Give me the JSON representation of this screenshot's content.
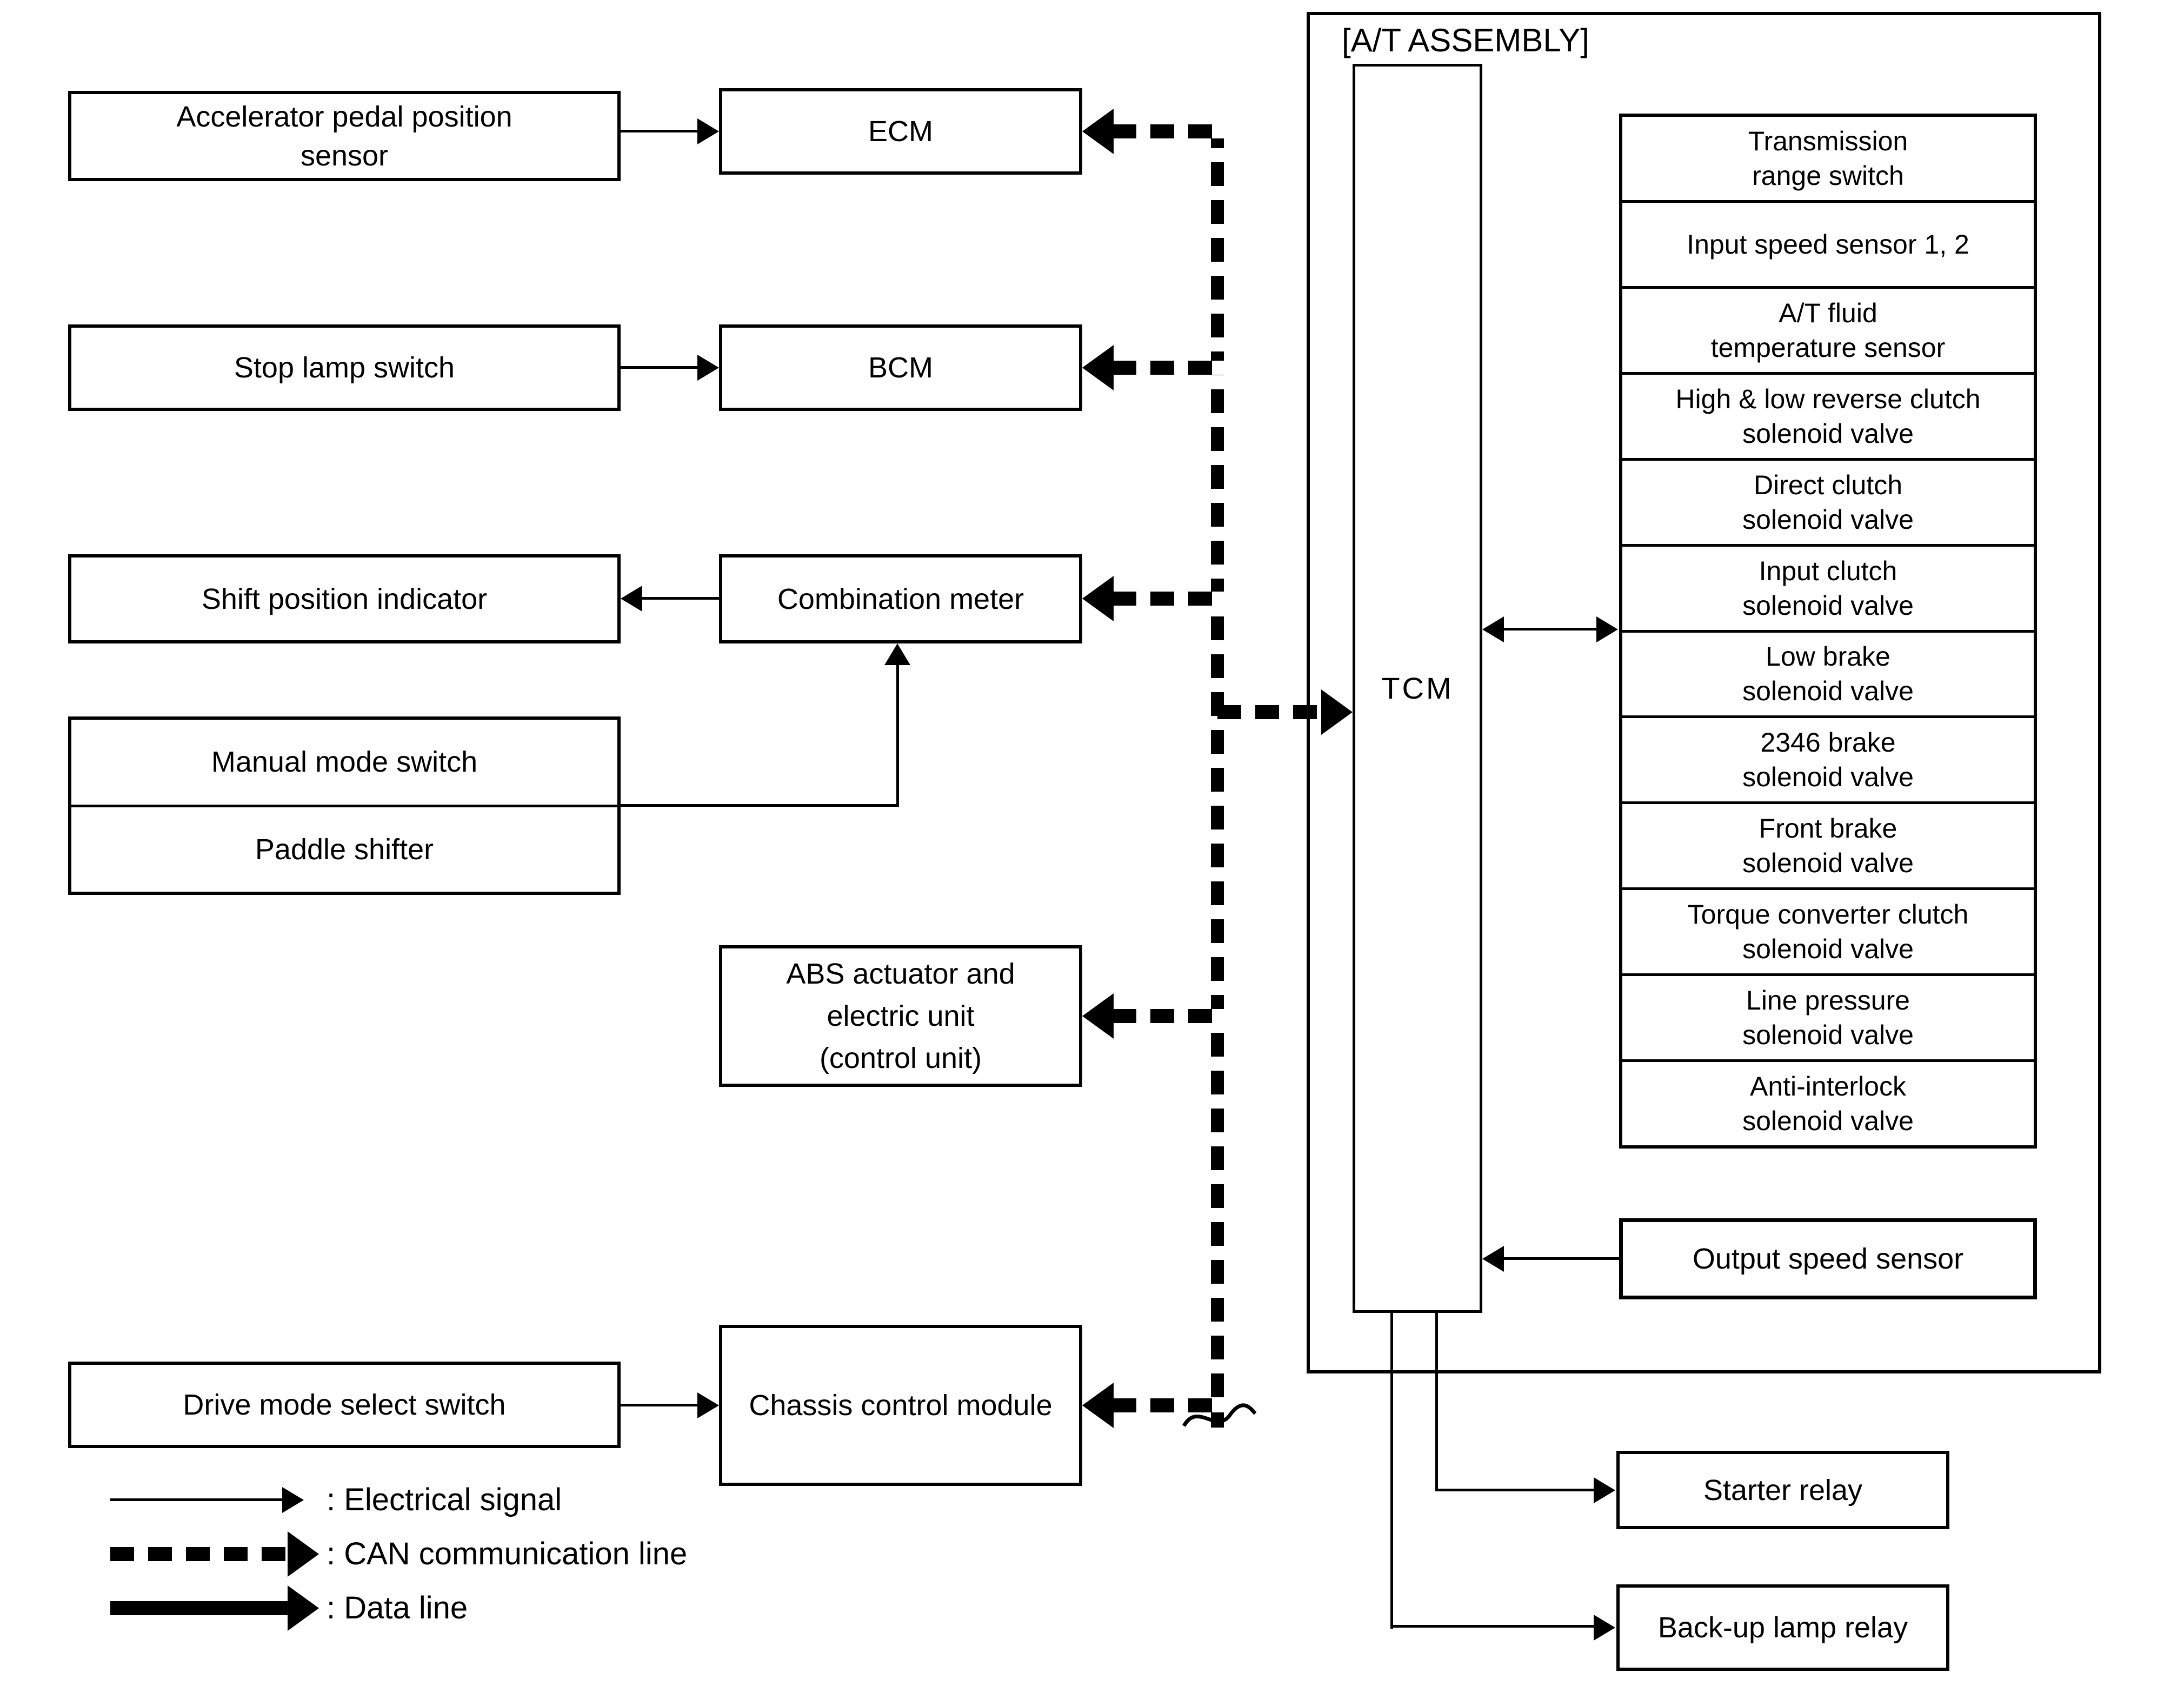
{
  "left_column": {
    "accelerator": [
      "Accelerator pedal position",
      "sensor"
    ],
    "stop_lamp": [
      "Stop lamp switch"
    ],
    "shift_indicator": [
      "Shift position indicator"
    ],
    "manual_mode": [
      "Manual mode switch"
    ],
    "paddle_shifter": [
      "Paddle shifter"
    ],
    "drive_mode": [
      "Drive mode select switch"
    ]
  },
  "middle_column": {
    "ecm": [
      "ECM"
    ],
    "bcm": [
      "BCM"
    ],
    "combination_meter": [
      "Combination meter"
    ],
    "abs": [
      "ABS actuator and",
      "electric unit",
      "(control unit)"
    ],
    "chassis": [
      "Chassis control module"
    ]
  },
  "at_assembly": {
    "title": "[A/T ASSEMBLY]",
    "tcm": "TCM",
    "components": [
      [
        "Transmission",
        "range switch"
      ],
      [
        "Input speed sensor 1, 2"
      ],
      [
        "A/T fluid",
        "temperature sensor"
      ],
      [
        "High & low reverse clutch",
        "solenoid valve"
      ],
      [
        "Direct clutch",
        "solenoid valve"
      ],
      [
        "Input clutch",
        "solenoid valve"
      ],
      [
        "Low brake",
        "solenoid valve"
      ],
      [
        "2346 brake",
        "solenoid valve"
      ],
      [
        "Front brake",
        "solenoid valve"
      ],
      [
        "Torque converter clutch",
        "solenoid valve"
      ],
      [
        "Line pressure",
        "solenoid valve"
      ],
      [
        "Anti-interlock",
        "solenoid valve"
      ]
    ],
    "output_speed_sensor": [
      "Output speed sensor"
    ]
  },
  "relays": {
    "starter": "Starter relay",
    "backup": "Back-up lamp relay"
  },
  "legend": {
    "electrical": ": Electrical signal",
    "can": ": CAN communication line",
    "data": ": Data line"
  },
  "colors": {
    "line": "#000000",
    "background": "#ffffff"
  }
}
